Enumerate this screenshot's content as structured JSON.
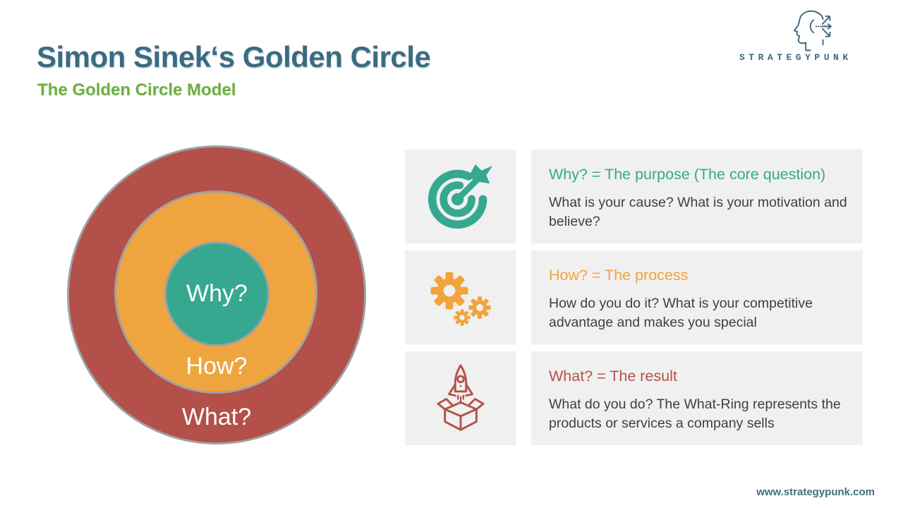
{
  "slide": {
    "title": "Simon Sinek‘s Golden Circle",
    "subtitle": "The Golden Circle Model"
  },
  "logo": {
    "brand": "STRATEGYPUNK",
    "icon": "head-with-arrows-icon"
  },
  "diagram": {
    "rings": [
      {
        "id": "what",
        "label": "What?",
        "color": "#b25049"
      },
      {
        "id": "how",
        "label": "How?",
        "color": "#eea53f"
      },
      {
        "id": "why",
        "label": "Why?",
        "color": "#36a890"
      }
    ]
  },
  "rows": [
    {
      "icon": "target-arrow-icon",
      "accent": "#36a890",
      "heading": "Why? = The purpose (The core question)",
      "body": "What is your cause? What is your motivation and believe?"
    },
    {
      "icon": "gears-icon",
      "accent": "#f2a33c",
      "heading": "How? = The process",
      "body": "How do you do it? What is your competitive advantage and makes you special"
    },
    {
      "icon": "rocket-box-icon",
      "accent": "#b5514b",
      "heading": "What? = The result",
      "body": "What do you do? The What-Ring represents the products or services a company sells"
    }
  ],
  "footer": {
    "url": "www.strategypunk.com"
  },
  "colors": {
    "title": "#3c6b80",
    "subtitle": "#6fae44",
    "box_bg": "#f0f0f0",
    "body_text": "#3f3f3f",
    "ring_border": "#9fa0a2",
    "logo": "#40687c",
    "footer": "#3e6f7f"
  }
}
